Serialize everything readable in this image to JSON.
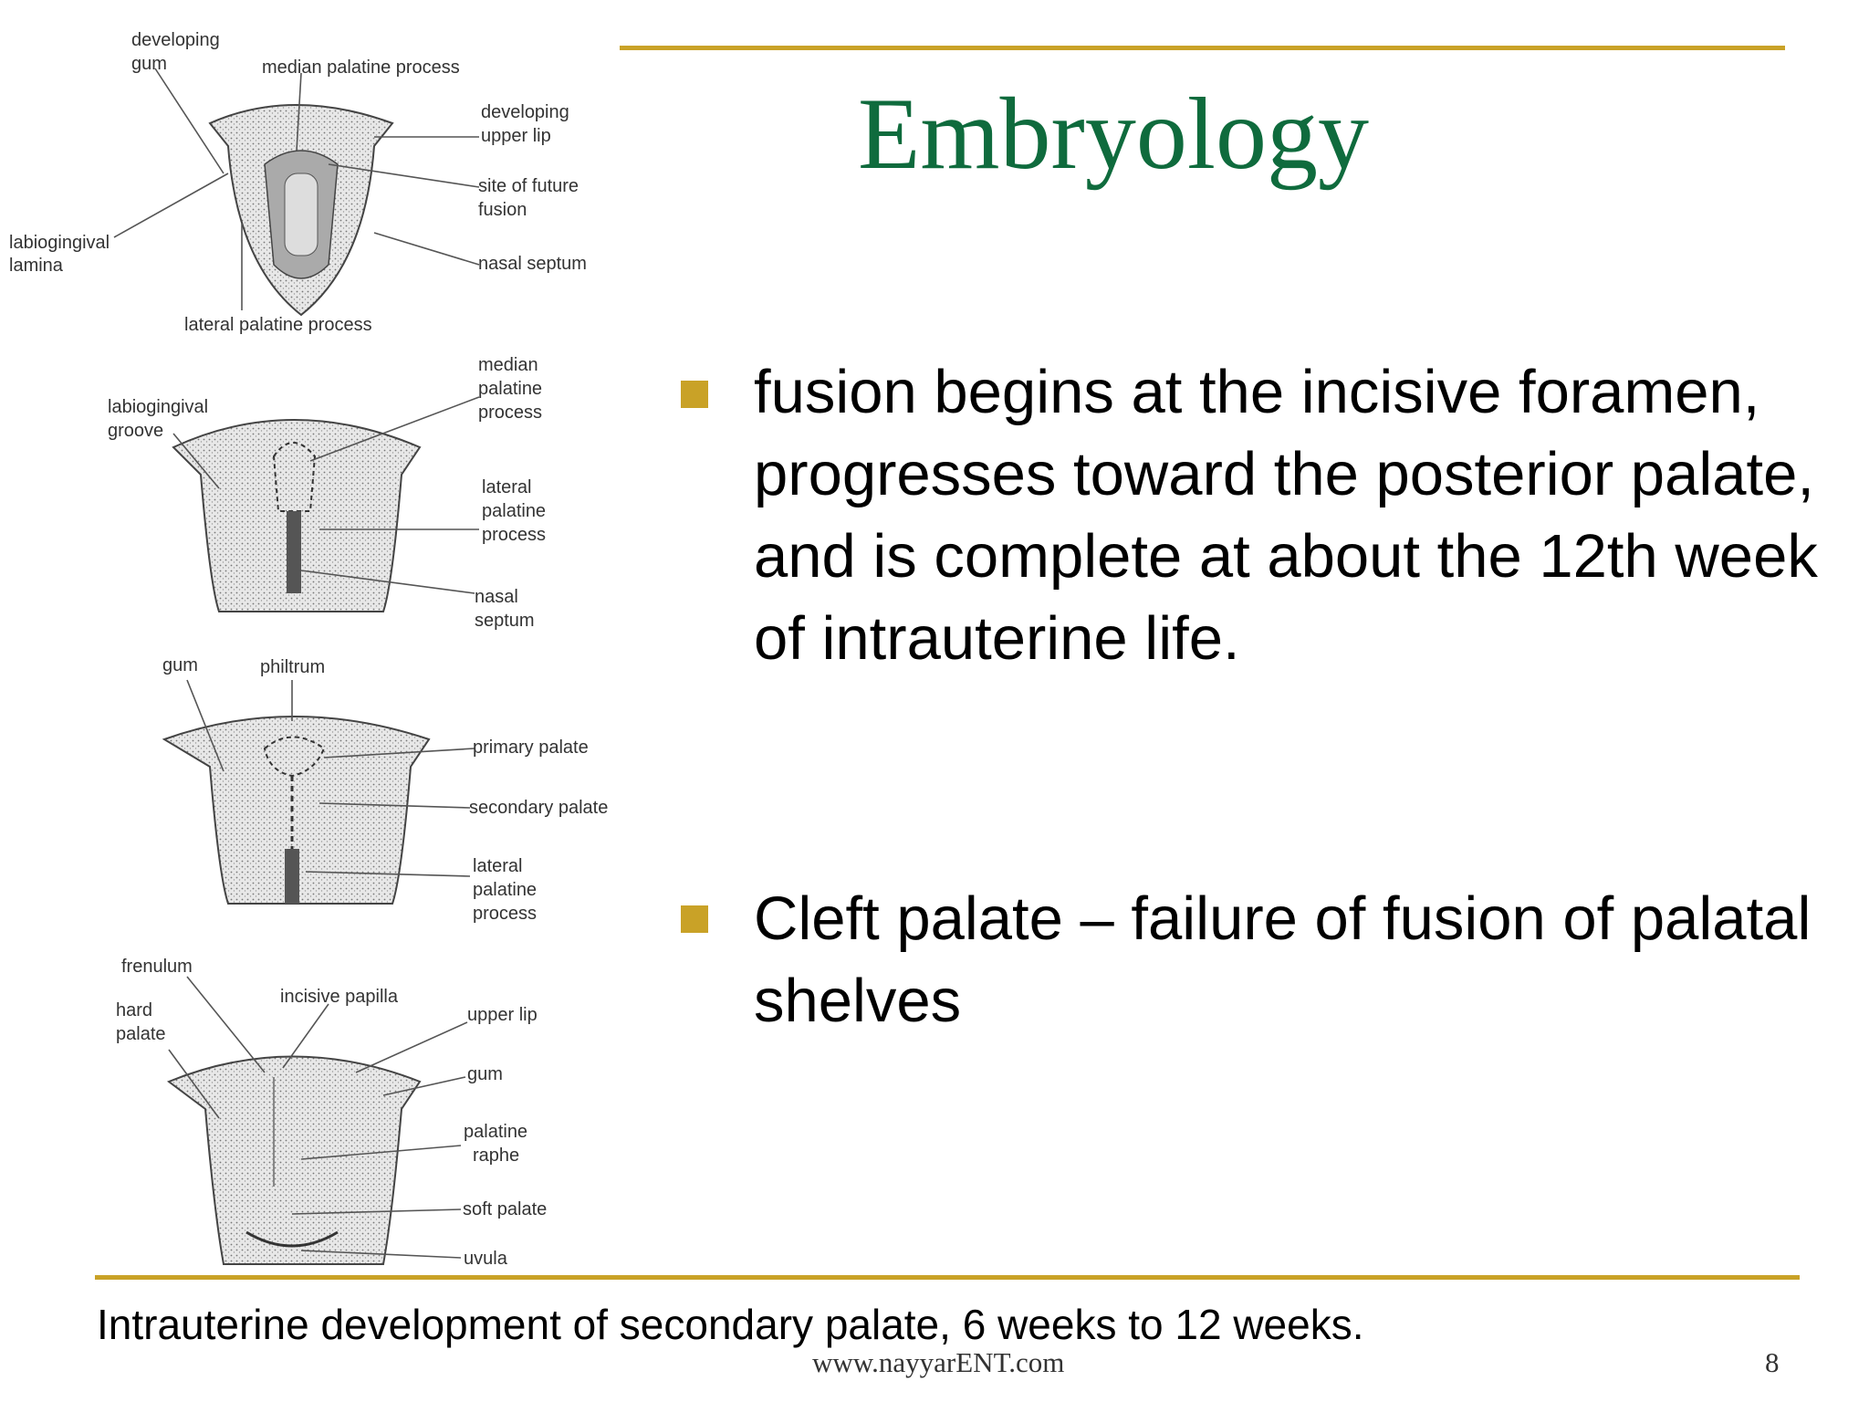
{
  "slide": {
    "title": "Embryology",
    "bullets": [
      "fusion begins at the incisive foramen, progresses toward the posterior palate, and is complete at about the 12th week of intrauterine life.",
      "Cleft palate – failure of fusion of palatal shelves"
    ],
    "caption": "Intrauterine development of secondary palate, 6 weeks to 12 weeks.",
    "website": "www.nayyarENT.com",
    "page_number": "8",
    "accent_color": "#c9a227",
    "title_color": "#0f6b3d"
  },
  "figure": {
    "stage1": {
      "developing_gum": [
        "developing",
        "gum"
      ],
      "median_palatine_process": "median palatine process",
      "developing_upper_lip": [
        "developing",
        "upper lip"
      ],
      "site_of_future_fusion": [
        "site of future",
        "fusion"
      ],
      "labiogingival_lamina": [
        "labiogingival",
        "lamina"
      ],
      "nasal_septum": "nasal septum",
      "lateral_palatine_process": "lateral palatine process"
    },
    "stage2": {
      "median_palatine_process": [
        "median",
        "palatine",
        "process"
      ],
      "labiogingival_groove": [
        "labiogingival",
        "groove"
      ],
      "lateral_palatine_process": [
        "lateral",
        "palatine",
        "process"
      ],
      "nasal_septum": [
        "nasal",
        "septum"
      ]
    },
    "stage3": {
      "gum": "gum",
      "philtrum": "philtrum",
      "primary_palate": "primary palate",
      "secondary_palate": "secondary palate",
      "lateral_palatine_process": [
        "lateral",
        "palatine",
        "process"
      ]
    },
    "stage4": {
      "frenulum": "frenulum",
      "hard_palate": [
        "hard",
        "palate"
      ],
      "incisive_papilla": "incisive papilla",
      "upper_lip": "upper lip",
      "gum": "gum",
      "palatine_raphe": [
        "palatine",
        "raphe"
      ],
      "soft_palate": "soft palate",
      "uvula": "uvula"
    }
  }
}
